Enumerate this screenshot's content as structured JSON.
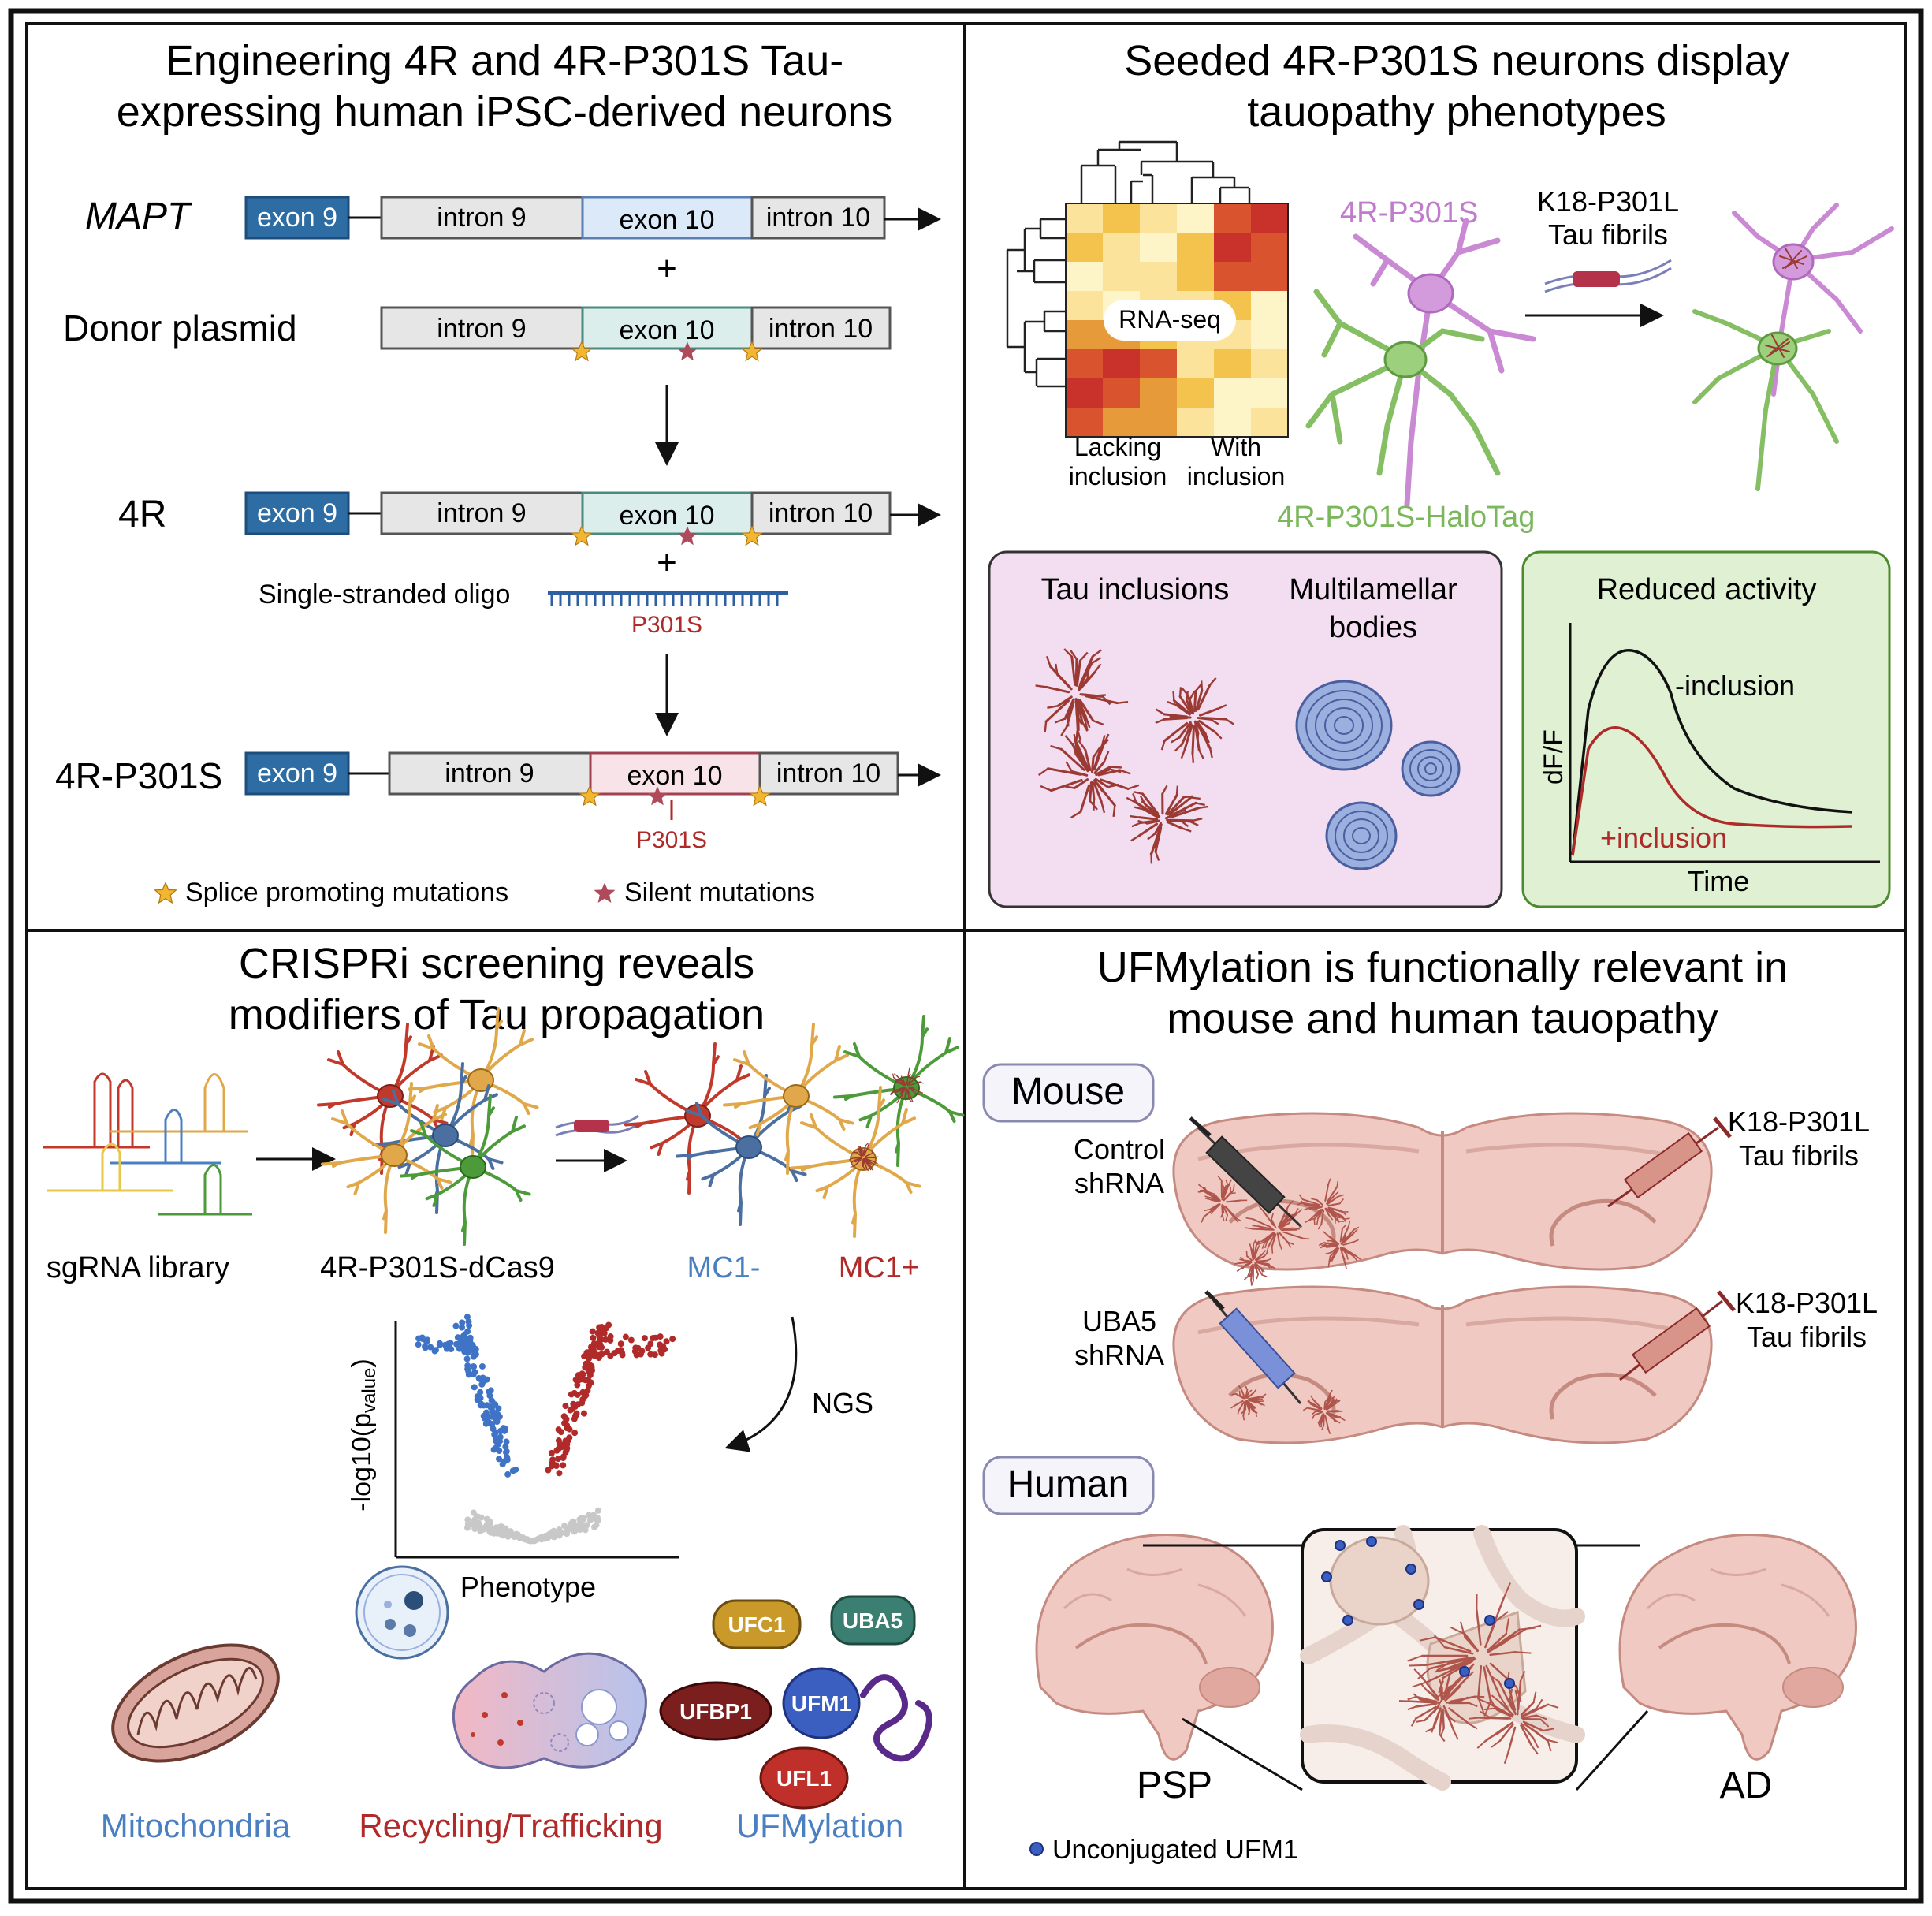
{
  "panel_tl": {
    "title_line1": "Engineering 4R and 4R-P301S Tau-",
    "title_line2": "expressing human iPSC-derived neurons",
    "mapt_label": "MAPT",
    "donor_label": "Donor plasmid",
    "fourR_label": "4R",
    "fourR_p301s_label": "4R-P301S",
    "exon9": "exon 9",
    "intron9": "intron 9",
    "exon10": "exon 10",
    "intron10": "intron 10",
    "plus": "+",
    "oligo_label": "Single-stranded oligo",
    "p301s": "P301S",
    "legend_splice": "Splice promoting mutations",
    "legend_silent": "Silent mutations"
  },
  "panel_tr": {
    "title_line1": "Seeded 4R-P301S neurons display",
    "title_line2": "tauopathy phenotypes",
    "rnaseq": "RNA-seq",
    "lacking_1": "Lacking",
    "lacking_2": "inclusion",
    "with_1": "With",
    "with_2": "inclusion",
    "neuron_p301s": "4R-P301S",
    "neuron_halotag": "4R-P301S-HaloTag",
    "fibrils_1": "K18-P301L",
    "fibrils_2": "Tau fibrils",
    "tau_inclusions": "Tau inclusions",
    "multilamellar_1": "Multilamellar",
    "multilamellar_2": "bodies",
    "reduced_activity": "Reduced activity",
    "minus_inclusion": "-inclusion",
    "plus_inclusion": "+inclusion",
    "dff": "dF/F",
    "time": "Time"
  },
  "panel_bl": {
    "title_line1": "CRISPRi screening reveals",
    "title_line2": "modifiers of Tau propagation",
    "sgrna": "sgRNA library",
    "dcas9": "4R-P301S-dCas9",
    "mc1_minus": "MC1-",
    "mc1_plus": "MC1+",
    "ngs": "NGS",
    "ylabel_main": "-log10(p",
    "ylabel_sub": "value",
    "ylabel_end": ")",
    "xlabel": "Phenotype",
    "mitochondria": "Mitochondria",
    "recycling": "Recycling/Trafficking",
    "ufmylation": "UFMylation",
    "ufc1": "UFC1",
    "uba5": "UBA5",
    "ufbp1": "UFBP1",
    "ufm1": "UFM1",
    "ufl1": "UFL1"
  },
  "panel_br": {
    "title_line1": "UFMylation is functionally relevant in",
    "title_line2": "mouse and human tauopathy",
    "mouse": "Mouse",
    "human": "Human",
    "control_1": "Control",
    "control_2": "shRNA",
    "uba5_1": "UBA5",
    "uba5_2": "shRNA",
    "fibrils_1": "K18-P301L",
    "fibrils_2": "Tau fibrils",
    "psp": "PSP",
    "ad": "AD",
    "legend_ufm1": "Unconjugated UFM1"
  },
  "colors": {
    "exon9_blue": "#2e6da4",
    "exon10_blue": "#dbe9f9",
    "exon10_teal": "#dbeeeb",
    "exon10_pink": "#f7e3e8",
    "red": "#b02a2a",
    "blue_text": "#4a7fc1",
    "purple_neuron": "#c07ccc",
    "green_neuron": "#7bb85c",
    "pink_box": "#f3ddf1",
    "green_box": "#dff0d3",
    "star_yellow": "#f2b630",
    "star_red": "#b04a5a"
  }
}
